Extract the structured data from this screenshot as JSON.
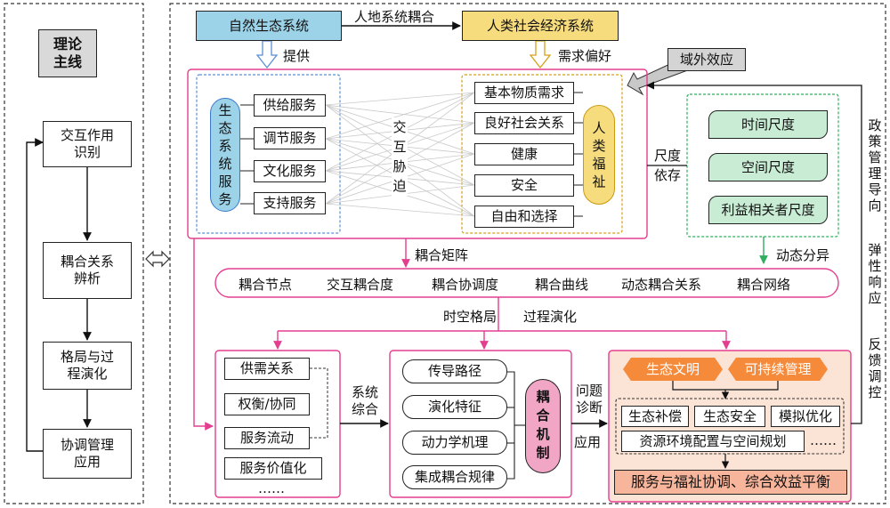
{
  "left_panel": {
    "title": "理论\n主线",
    "steps": [
      "交互作用\n识别",
      "耦合关系\n辨析",
      "格局与过\n程演化",
      "协调管理\n应用"
    ]
  },
  "top": {
    "natural_system": "自然生态系统",
    "human_system": "人类社会经济系统",
    "coupling_label": "人地系统耦合",
    "provide_label": "提供",
    "demand_label": "需求偏好",
    "spillover_label": "域外效应"
  },
  "ecosystem_services": {
    "oval_label": "生态系统服务",
    "items": [
      "供给服务",
      "调节服务",
      "文化服务",
      "支持服务"
    ]
  },
  "interaction_label": "交互胁迫",
  "wellbeing": {
    "oval_label": "人类福祉",
    "items": [
      "基本物质需求",
      "良好社会关系",
      "健康",
      "安全",
      "自由和选择"
    ]
  },
  "scale_label": "尺度依存",
  "scales": [
    "时间尺度",
    "空间尺度",
    "利益相关者尺度"
  ],
  "dynamic_label": "动态分异",
  "matrix_label": "耦合矩阵",
  "matrix_items": [
    "耦合节点",
    "交互耦合度",
    "耦合协调度",
    "耦合曲线",
    "动态耦合关系",
    "耦合网络"
  ],
  "spatiotemporal_label": "时空格局",
  "process_label": "过程演化",
  "relation_items": [
    "供需关系",
    "权衡/协同",
    "服务流动",
    "服务价值化",
    "……"
  ],
  "system_synthesis_label": "系统综合",
  "mechanism_items": [
    "传导路径",
    "演化特征",
    "动力学机理",
    "集成耦合规律"
  ],
  "mechanism_label": "耦合机制",
  "diagnosis_label": "问题诊断",
  "application_label": "应用",
  "management": {
    "tags": [
      "生态文明",
      "可持续管理"
    ],
    "row1": [
      "生态补偿",
      "生态安全",
      "模拟优化"
    ],
    "row2": [
      "资源环境配置与空间规划",
      "……"
    ],
    "result": "服务与福祉协调、综合效益平衡"
  },
  "right_vertical": [
    "政策管理导向",
    "弹性响应",
    "反馈调控"
  ],
  "colors": {
    "blue_box": "#9dd3e8",
    "yellow_box": "#f7dc7e",
    "green_box": "#c9ecd4",
    "pink_box": "#f2a6c6",
    "orange_tag": "#f58a3a",
    "salmon_box": "#f7b59b",
    "pink_line": "#e43e8f",
    "gray": "#d0d0d0"
  }
}
